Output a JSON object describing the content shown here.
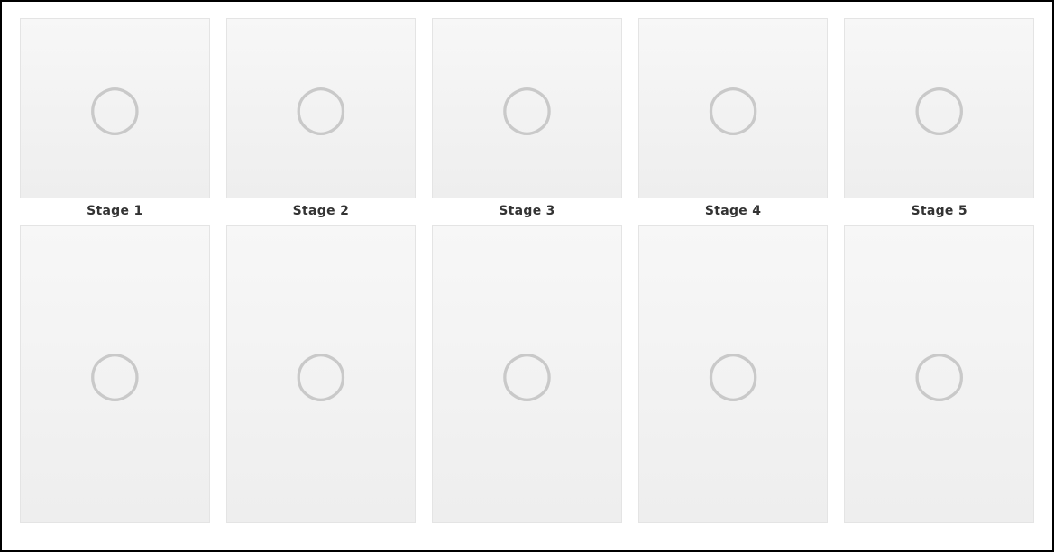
{
  "stages": [
    {
      "label": "Stage 1"
    },
    {
      "label": "Stage 2"
    },
    {
      "label": "Stage 3"
    },
    {
      "label": "Stage 4"
    },
    {
      "label": "Stage 5"
    }
  ]
}
